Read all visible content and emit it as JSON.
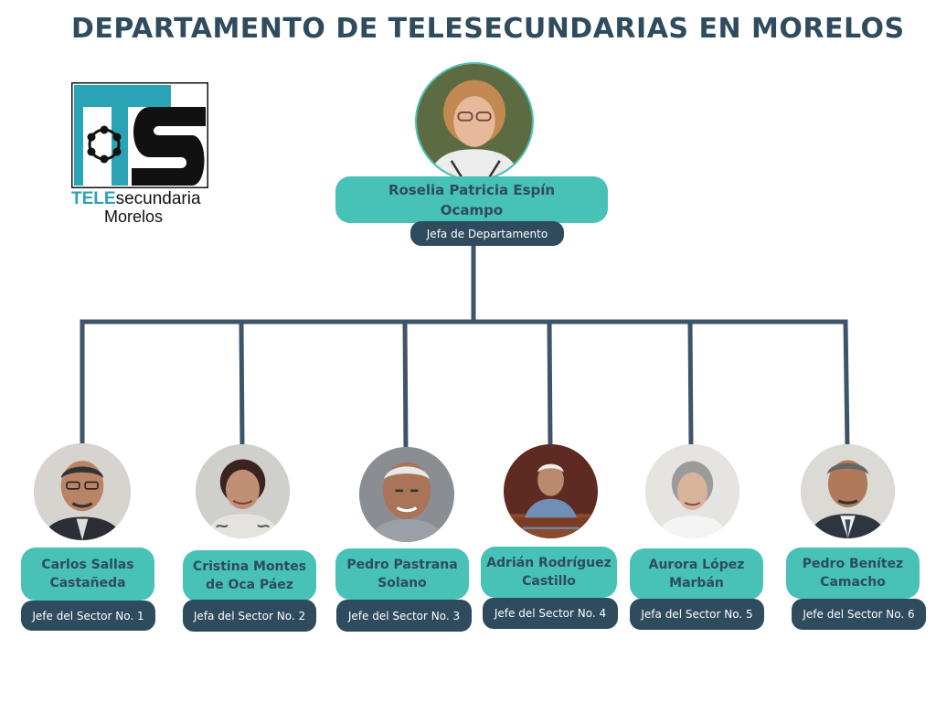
{
  "title": "DEPARTAMENTO DE TELESECUNDARIAS EN MORELOS",
  "logo": {
    "tele": "TELE",
    "secundaria": "secundaria",
    "state": "Morelos",
    "mark": "TS"
  },
  "head": {
    "name": "Roselia Patricia Espín Ocampo",
    "role": "Jefa de Departamento"
  },
  "sectors": [
    {
      "name": "Carlos Sallas Castañeda",
      "role": "Jefe del Sector No. 1"
    },
    {
      "name": "Cristina Montes de Oca Páez",
      "role": "Jefa del Sector No. 2"
    },
    {
      "name": "Pedro Pastrana Solano",
      "role": "Jefe del Sector No. 3"
    },
    {
      "name": "Adrián Rodríguez Castillo",
      "role": "Jefe del Sector No. 4"
    },
    {
      "name": "Aurora López Marbán",
      "role": "Jefa del Sector No. 5"
    },
    {
      "name": "Pedro Benítez Camacho",
      "role": "Jefe del Sector No. 6"
    }
  ],
  "colors": {
    "teal": "#48c1b7",
    "navy": "#2f4b5e",
    "logo_teal": "#2aa3b4"
  }
}
